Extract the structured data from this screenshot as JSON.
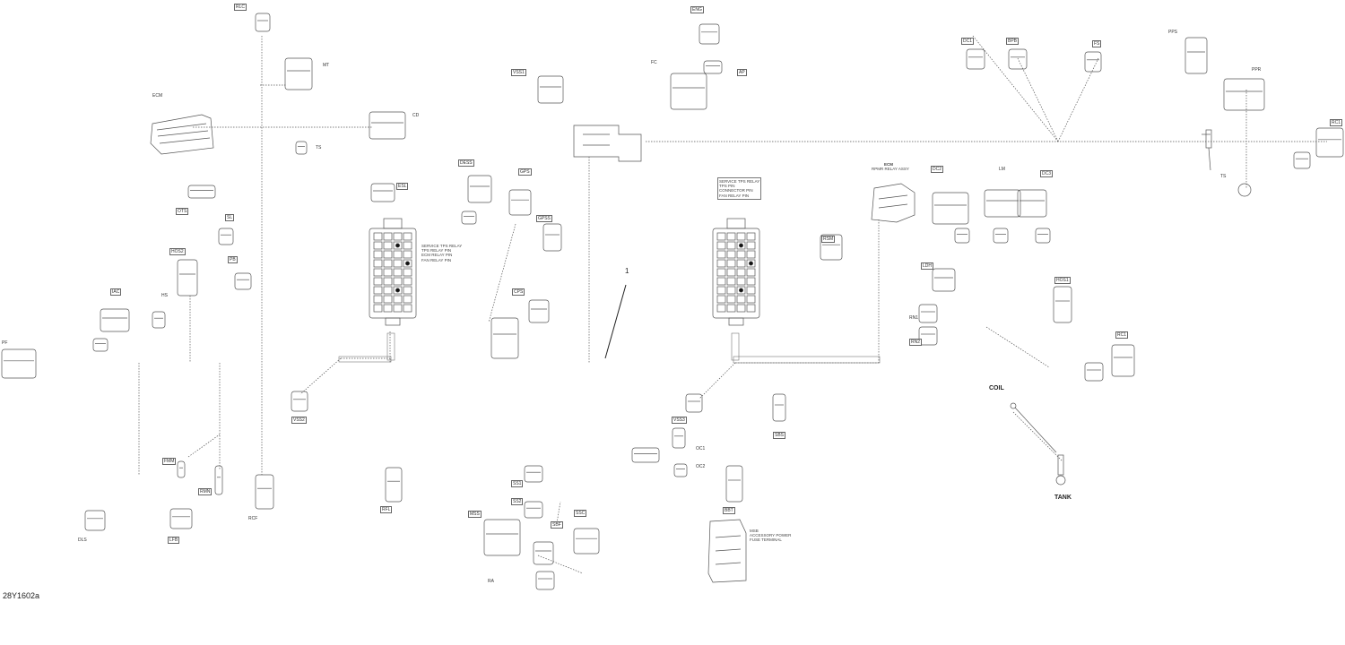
{
  "diagram_code": "28Y1602a",
  "item_number": "1",
  "labels_major": {
    "coil": "COIL",
    "tank": "TANK"
  },
  "connector_labels": {
    "rlc": "RLC",
    "ecm": "ECM",
    "ots": "OTS",
    "sl": "SL",
    "pb": "PB",
    "hos2": "HOS2",
    "hs": "HS",
    "iac": "IAC",
    "pf": "PF",
    "vss2": "VSS2",
    "fmm": "FMM",
    "rmn": "RMN",
    "dls": "DLS",
    "lfb": "LFB",
    "rcf": "RCF",
    "rfl": "RFL",
    "dess": "DESS",
    "vss1": "VSS1",
    "ss1": "SS1",
    "ss2": "SS2",
    "ssc": "SSC",
    "mss": "MSS",
    "ra": "RA",
    "gpss": "GPSS",
    "gps": "GPS",
    "fc": "FC",
    "dc1": "DC1",
    "dc2": "DC2",
    "rsm": "RSM",
    "ecm2": "ECM",
    "dc3": "DC3",
    "lm": "LM",
    "ldh": "LDH",
    "rn1": "RN1",
    "rn2": "RN2",
    "hos1": "HOS1",
    "rc1": "RC1",
    "ts": "TS",
    "ppr": "PPR",
    "pps": "PPS",
    "oc1": "OC1",
    "oc2": "OC2",
    "bbt": "BBT",
    "vss3": "VSS3",
    "sbs": "SBS",
    "mt": "MT",
    "cd": "CD",
    "esl": "ESL",
    "sbf": "SBF",
    "cps": "CPS",
    "eng": "ENG",
    "ap": "AP",
    "bpb": "BPB",
    "fs": "FS"
  },
  "notes": {
    "fuse_left": [
      "SERVICE TPS RELAY",
      "TPS RELAY PIN",
      "ECM RELAY PIN",
      "FAN RELAY PIN"
    ],
    "fuse_right": [
      "SERVICE TPS RELAY",
      "TPS PIN",
      "CONNECTOR PIN",
      "FAN RELAY PIN"
    ],
    "ecm_block": [
      "ECM",
      "RPMR RELAY ASSY"
    ],
    "bottom_block": [
      "MSB",
      "ACCESSORY POWER",
      "FUSE TERMINAL"
    ]
  }
}
